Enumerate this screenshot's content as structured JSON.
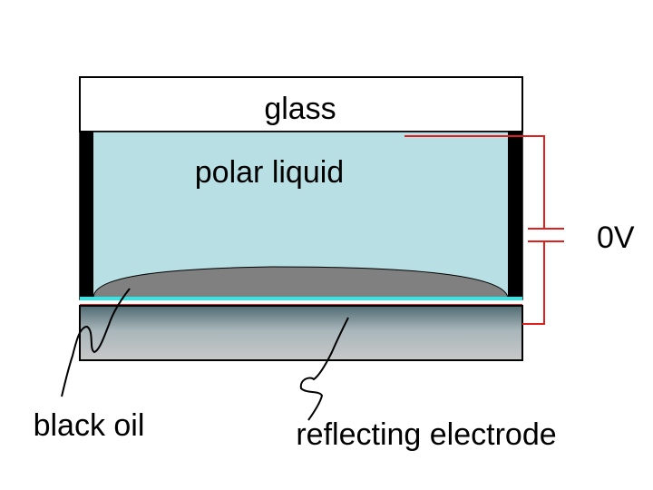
{
  "labels": {
    "glass": "glass",
    "polar_liquid": "polar liquid",
    "voltage": "0V",
    "black_oil": "black oil",
    "reflecting_electrode": "reflecting electrode"
  },
  "colors": {
    "glass": "#ffffff",
    "polar_liquid": "#b8e0e4",
    "black_oil": "#808080",
    "side_walls": "#000000",
    "wire": "#e0201e",
    "hydrophobic_layer": "#2fe7e7",
    "substrate": "#c8c8c8"
  }
}
